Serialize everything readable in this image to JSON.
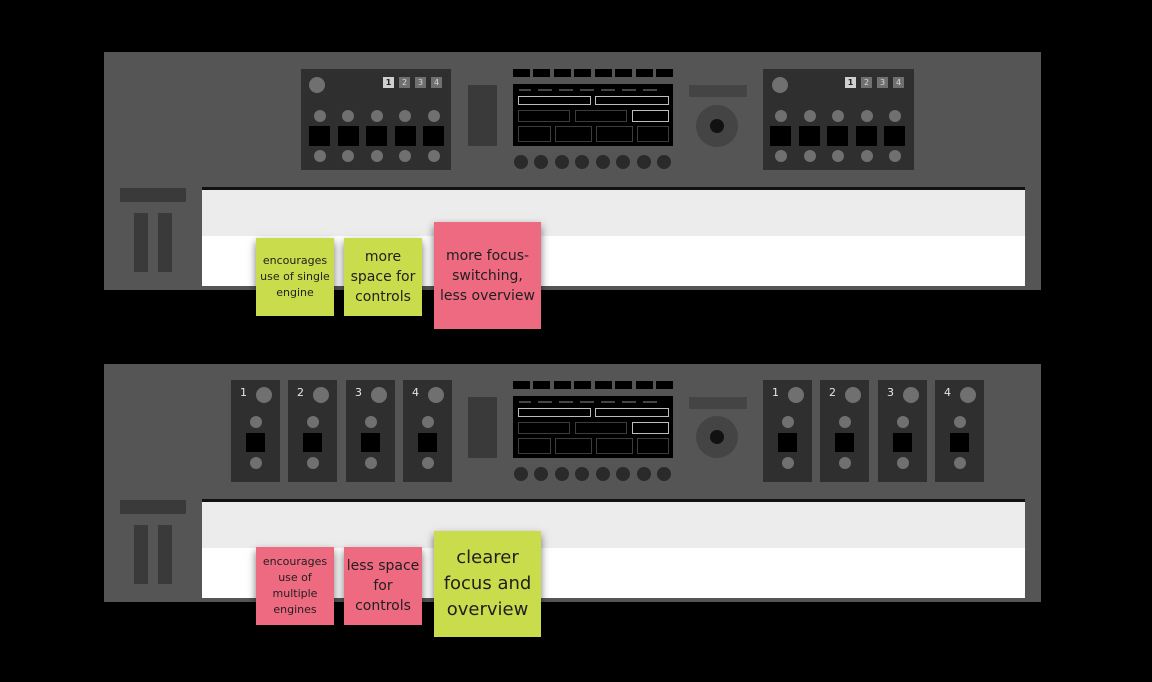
{
  "colors": {
    "green_note": "#c9dc4c",
    "pink_note": "#ee6a80",
    "device": "#555555",
    "panel": "#2f2f2f"
  },
  "top_device": {
    "engine_tabs": [
      "1",
      "2",
      "3",
      "4"
    ],
    "active_tab": "1",
    "notes": [
      {
        "text": "encourages use of single engine",
        "color": "green"
      },
      {
        "text": "more space for controls",
        "color": "green"
      },
      {
        "text": "more focus-switching, less overview",
        "color": "pink"
      }
    ]
  },
  "bottom_device": {
    "engine_labels": [
      "1",
      "2",
      "3",
      "4"
    ],
    "notes": [
      {
        "text": "encourages use of multiple engines",
        "color": "pink"
      },
      {
        "text": "less space for controls",
        "color": "pink"
      },
      {
        "text": "clearer focus and overview",
        "color": "green"
      }
    ]
  }
}
